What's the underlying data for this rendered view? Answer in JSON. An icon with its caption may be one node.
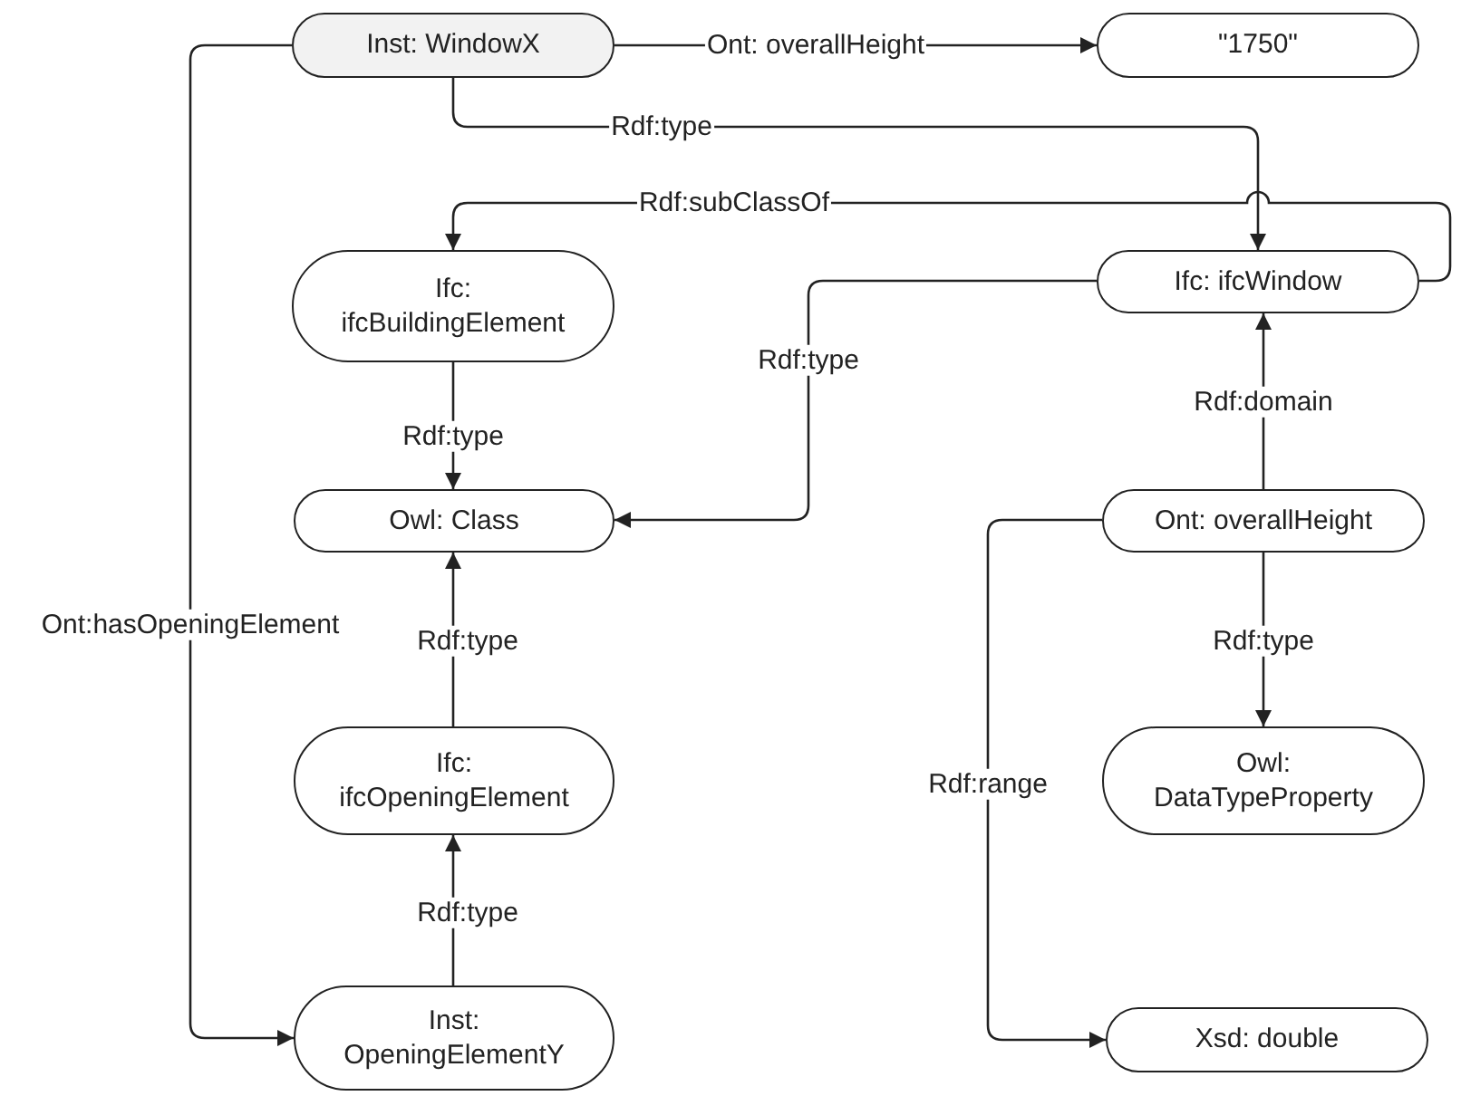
{
  "diagram": {
    "nodes": [
      {
        "text": [
          "Inst: WindowX"
        ]
      },
      {
        "text": [
          "\"1750\""
        ]
      },
      {
        "text": [
          "Ifc: ifcBuildingElement"
        ]
      },
      {
        "text": [
          "Ifc: ifcWindow"
        ]
      },
      {
        "text": [
          "Owl: Class"
        ]
      },
      {
        "text": [
          "Ont: overallHeight"
        ]
      },
      {
        "text": [
          "Ifc: ifcOpeningElement"
        ]
      },
      {
        "text": [
          "Owl: DataTypeProperty"
        ]
      },
      {
        "text": [
          "Inst: OpeningElementY"
        ]
      },
      {
        "text": [
          "Xsd: double"
        ]
      }
    ],
    "edges": [
      {
        "from": 0,
        "to": 1,
        "arrow": "to",
        "label": "Ont: overallHeight"
      },
      {
        "from": 0,
        "to": 3,
        "arrow": "to",
        "label": "Rdf:type"
      },
      {
        "from": 3,
        "to": 2,
        "arrow": "to",
        "label": "Rdf:subClassOf"
      },
      {
        "from": 2,
        "to": 4,
        "arrow": "to",
        "label": "Rdf:type"
      },
      {
        "from": 3,
        "to": 4,
        "arrow": "to",
        "label": "Rdf:type"
      },
      {
        "from": 5,
        "to": 3,
        "arrow": "to",
        "label": "Rdf:domain"
      },
      {
        "from": 5,
        "to": 7,
        "arrow": "to",
        "label": "Rdf:type"
      },
      {
        "from": 5,
        "to": 9,
        "arrow": "to",
        "label": "Rdf:range"
      },
      {
        "from": 6,
        "to": 4,
        "arrow": "to",
        "label": "Rdf:type"
      },
      {
        "from": 8,
        "to": 6,
        "arrow": "to",
        "label": "Rdf:type"
      },
      {
        "from": 0,
        "to": 8,
        "arrow": "to",
        "label": "Ont:hasOpeningElement"
      }
    ]
  }
}
